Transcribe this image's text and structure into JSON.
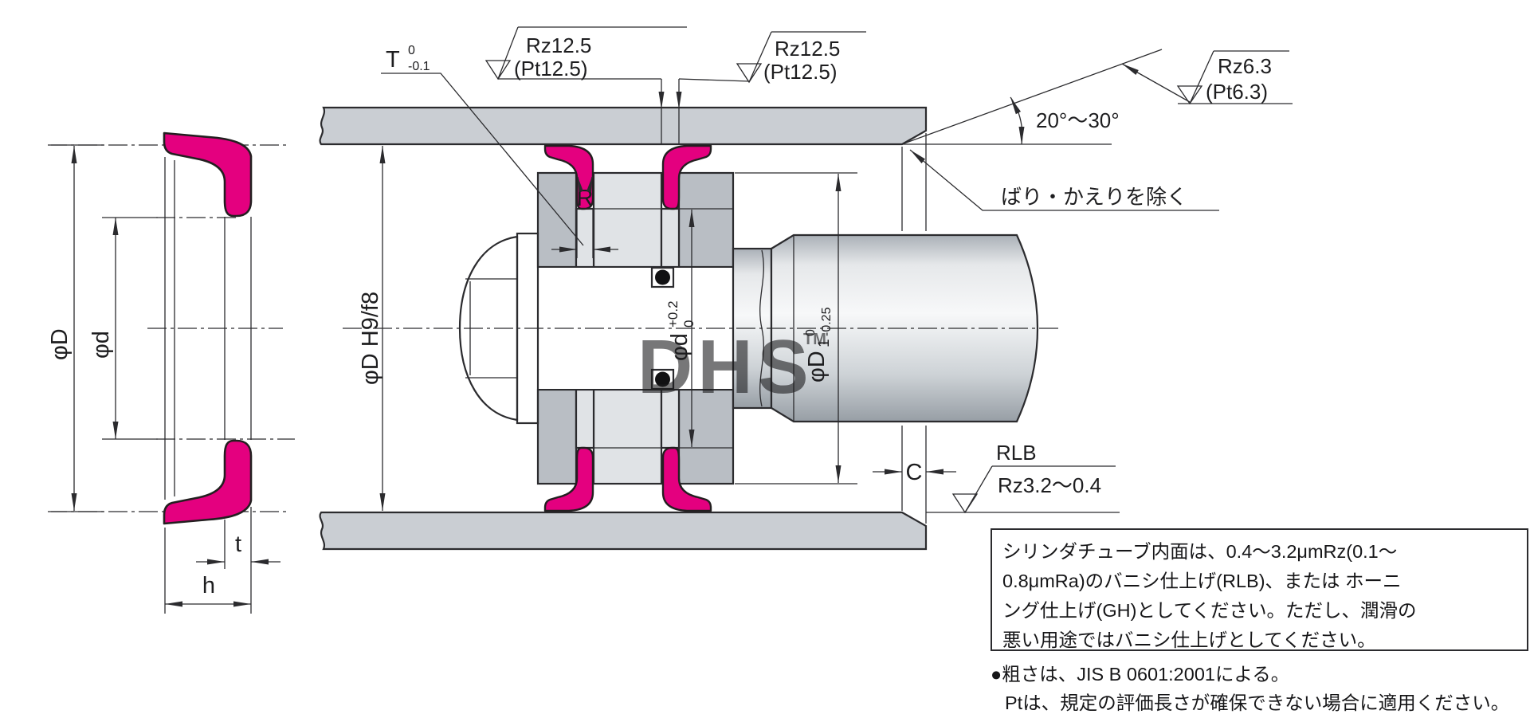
{
  "figure": {
    "colors": {
      "seal": "#e4007f",
      "tube_gray": "#caced3",
      "piston_dark": "#b9bec4",
      "piston_light": "#e0e3e6",
      "line": "#2b2b2e",
      "watermark": "#b9cfe7"
    },
    "seal_view": {
      "outer_dia": "φD",
      "inner_dia": "φd",
      "heel_width": "t",
      "height": "h"
    },
    "main_view": {
      "groove_width_tol": {
        "name": "T",
        "upper": "0",
        "lower": "-0.1"
      },
      "surface_top_left": {
        "line1": "Rz12.5",
        "line2": "(Pt12.5)"
      },
      "surface_top_right": {
        "line1": "Rz12.5",
        "line2": "(Pt12.5)"
      },
      "surface_tube_end": {
        "line1": "Rz6.3",
        "line2": "(Pt6.3)"
      },
      "chamfer_angle": "20°〜30°",
      "deburr_note": "ばり・かえりを除く",
      "bore_dim": "φD H9/f8",
      "groove_dia": {
        "main": "φd",
        "upper": "+0.2",
        "lower": "0"
      },
      "piston_dia": {
        "main": "φD",
        "sub": "1",
        "upper": "0",
        "lower": "-0.25"
      },
      "radius_label": "R",
      "chamfer_length": "C",
      "bore_finish_label": "RLB",
      "bore_finish_value": "Rz3.2〜0.4"
    },
    "watermark": {
      "text": "DHS",
      "tm": "TM"
    },
    "notes": {
      "box_lines": [
        "シリンダチューブ内面は、0.4〜3.2μmRz(0.1〜",
        "0.8μmRa)のバニシ仕上げ(RLB)、または ホーニ",
        "ング仕上げ(GH)としてください。ただし、潤滑の",
        "悪い用途ではバニシ仕上げとしてください。"
      ],
      "bullet1": "●粗さは、JIS B 0601:2001による。",
      "bullet2": "Ptは、規定の評価長さが確保できない場合に適用ください。"
    }
  }
}
